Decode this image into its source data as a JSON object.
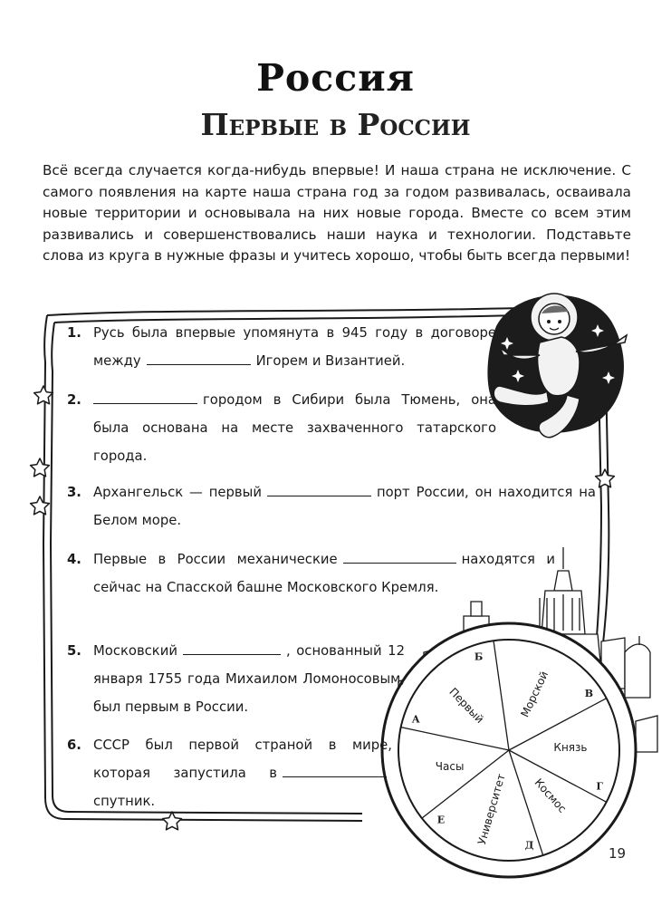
{
  "header": {
    "title": "Россия",
    "subtitle": "Первые в России"
  },
  "intro": "Всё всегда случается когда-нибудь впервые! И наша страна не исключение. С самого появления на карте наша страна год за годом развивалась, осваивала новые территории и основывала на них новые города. Вместе со всем этим развивались и совершенствовались наши наука и технологии. Подставьте слова из круга в нужные фразы и учитесь хорошо, чтобы быть всегда первыми!",
  "questions": [
    {
      "num": "1.",
      "parts": [
        "Русь была впервые упомянута в 945 году в договоре между",
        "Игорем и Византией."
      ]
    },
    {
      "num": "2.",
      "parts": [
        "",
        "городом в Сибири была Тюмень, она была основана на месте захваченного татарского города."
      ]
    },
    {
      "num": "3.",
      "parts": [
        "Архангельск — первый",
        "порт России, он находится на Белом море."
      ]
    },
    {
      "num": "4.",
      "parts": [
        "Первые в России механические",
        "находятся и сейчас на Спасской башне Московского Кремля."
      ]
    },
    {
      "num": "5.",
      "parts": [
        "Московский",
        ", основанный 12 января 1755 года Михаилом Ломоносовым, был первым в России."
      ]
    },
    {
      "num": "6.",
      "parts": [
        "СССР был первой страной в мире, которая запустила в",
        "спутник."
      ]
    }
  ],
  "wheel": {
    "sectors": [
      {
        "letter": "Б",
        "word": "Морской"
      },
      {
        "letter": "В",
        "word": "Князь"
      },
      {
        "letter": "Г",
        "word": "Космос"
      },
      {
        "letter": "Д",
        "word": "Университет"
      },
      {
        "letter": "Е",
        "word": "Часы"
      },
      {
        "letter": "А",
        "word": "Первый"
      }
    ]
  },
  "page_number": "19"
}
